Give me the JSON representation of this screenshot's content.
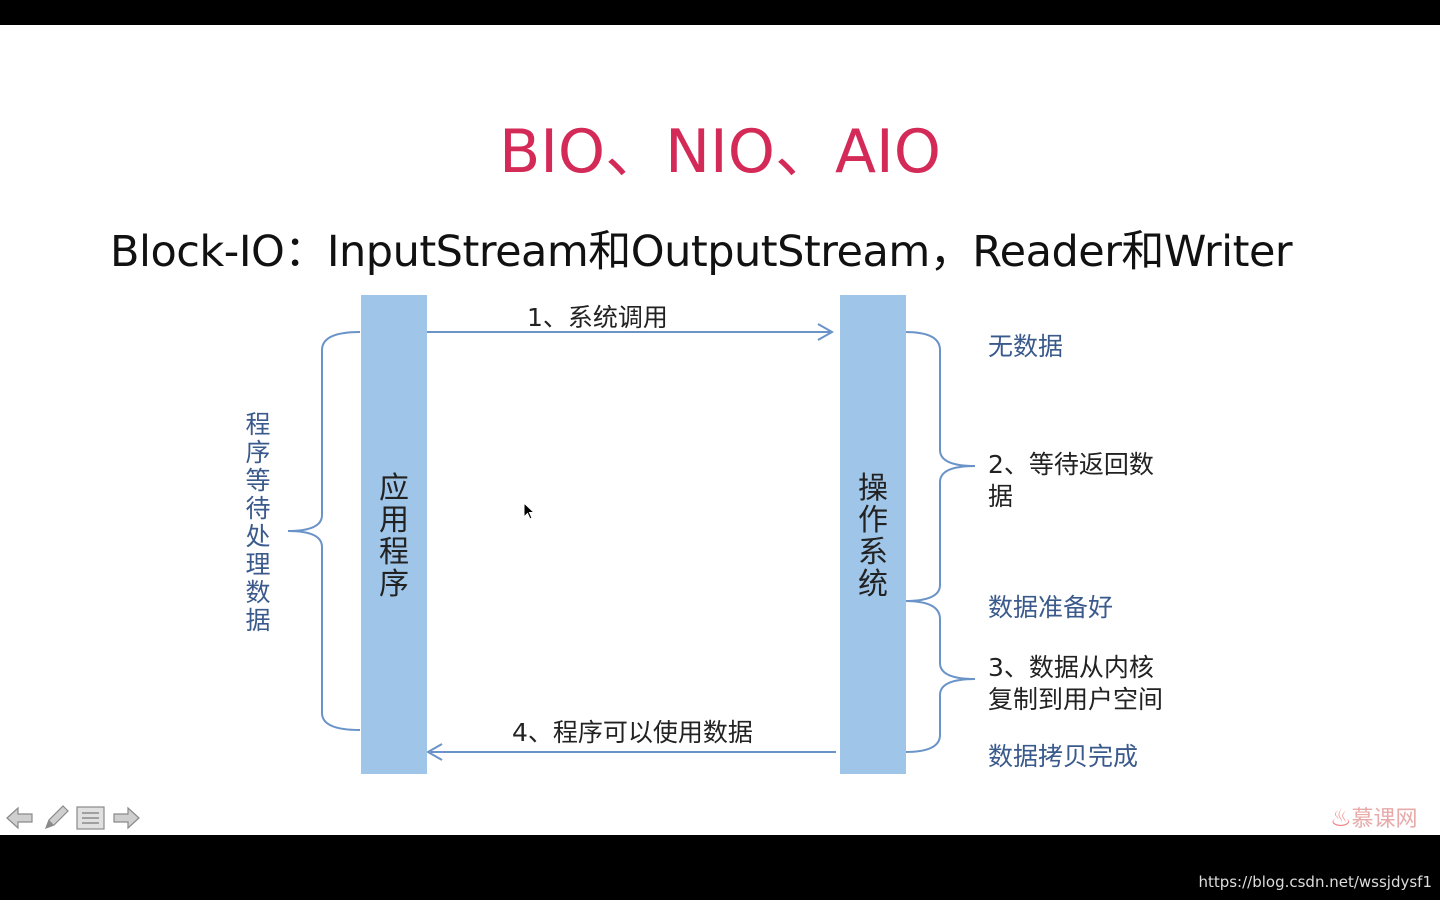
{
  "slide": {
    "title": "BIO、NIO、AIO",
    "subtitle": "Block-IO：InputStream和OutputStream，Reader和Writer"
  },
  "diagram": {
    "left_bar_label": "应用程序",
    "right_bar_label": "操作系统",
    "arrow_top_label": "1、系统调用",
    "arrow_bottom_label": "4、程序可以使用数据",
    "left_brace_label": "程序等待处理数据",
    "right_labels": {
      "no_data": "无数据",
      "wait_line1": "2、等待返回数",
      "wait_line2": "据",
      "data_ready": "数据准备好",
      "copy_line1": "3、数据从内核",
      "copy_line2": "复制到用户空间",
      "copy_done": "数据拷贝完成"
    },
    "colors": {
      "title": "#d42a58",
      "bar": "#9fc5e8",
      "line": "#6a93c7",
      "note_text": "#3b5a8c"
    }
  },
  "toolbar": {
    "icons": [
      "arrow-left-icon",
      "pen-icon",
      "menu-icon",
      "arrow-right-icon"
    ]
  },
  "brand": {
    "text": "慕课网"
  },
  "watermark": {
    "text": "https://blog.csdn.net/wssjdysf1"
  }
}
